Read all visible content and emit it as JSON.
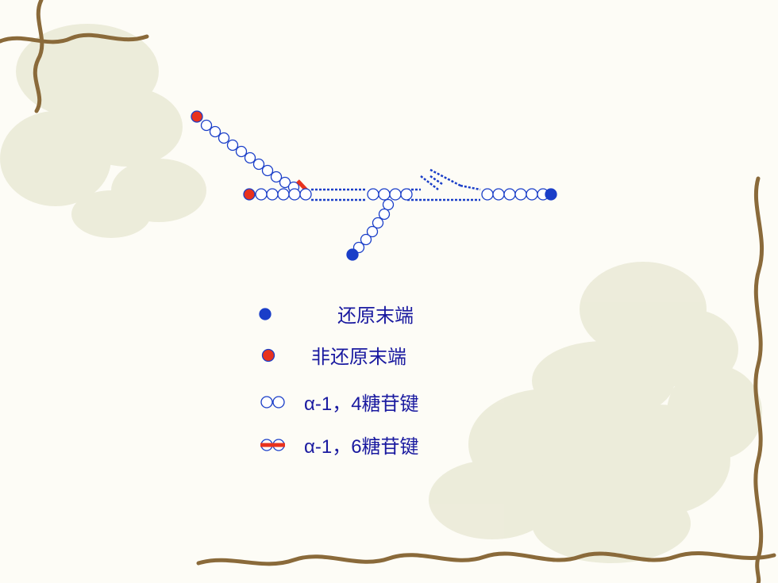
{
  "legend": {
    "reducing_end": "还原末端",
    "non_reducing_end": "非还原末端",
    "alpha14": "α-1，4糖苷键",
    "alpha16": "α-1，6糖苷键"
  },
  "colors": {
    "bond": "#1a3ec8",
    "reducing_dot": "#1a3ec8",
    "non_reducing_dot": "#e8321e",
    "branch_bond": "#e8321e",
    "vine": "#8a6a3a",
    "flower_bg": "#dcdcc0"
  }
}
